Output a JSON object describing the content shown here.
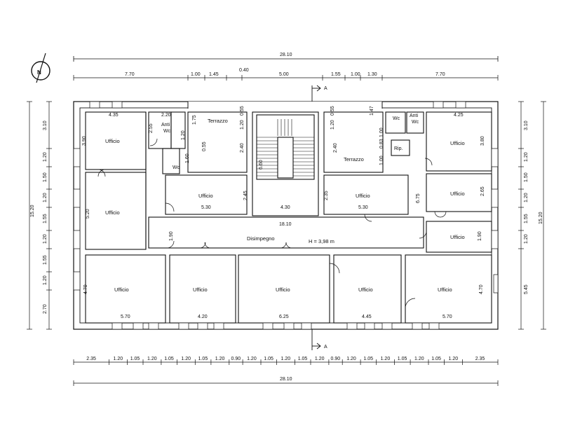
{
  "plan": {
    "north_label": "N",
    "section_label": "A",
    "height_label": "H = 3,98  m",
    "corridor_label": "Disimpegno",
    "rooms": {
      "office_nw": "Ufficio",
      "office_w": "Ufficio",
      "office_top_mid_left": "Ufficio",
      "office_top_mid_right": "Ufficio",
      "office_ne": "Ufficio",
      "office_e1": "Ufficio",
      "office_e2": "Ufficio",
      "office_s1": "Ufficio",
      "office_s2": "Ufficio",
      "office_s3": "Ufficio",
      "office_s4": "Ufficio",
      "office_s5": "Ufficio",
      "terrace_left": "Terrazzo",
      "terrace_right": "Terrazzo",
      "anti_left": "Anti",
      "wc_left_a": "Wc",
      "wc_left_b": "Wc",
      "wc_right_a": "Wc",
      "anti_right": "Anti",
      "wc_right_b": "Wc",
      "storage": "Rip."
    },
    "dims_top_total": "28.10",
    "dims_bottom_total": "28.10",
    "dims_top": [
      "7.70",
      "1.00",
      "1.45",
      "0.40",
      "5.00",
      "1.55",
      "1.00",
      "1.30",
      "7.70"
    ],
    "dims_bottom": [
      "2.35",
      "1.20",
      "1.05",
      "1.20",
      "1.05",
      "1.20",
      "1.05",
      "1.20",
      "0.90",
      "1.20",
      "1.05",
      "1.20",
      "1.05",
      "1.20",
      "0.90",
      "1.20",
      "1.05",
      "1.20",
      "1.05",
      "1.20",
      "1.05",
      "1.20",
      "2.35"
    ],
    "dims_left_total": "15.20",
    "dims_right_total": "15.20",
    "dims_left": [
      "3.10",
      "1.20",
      "1.50",
      "1.20",
      "1.55",
      "1.20",
      "1.55",
      "1.20",
      "2.70"
    ],
    "dims_right": [
      "3.10",
      "1.20",
      "1.50",
      "1.20",
      "1.55",
      "1.20",
      "5.45"
    ],
    "inner_dims": {
      "d_435": "4.35",
      "d_220": "2.20",
      "d_175": "1.75",
      "d_055a": "0.55",
      "d_120a": "1.20",
      "d_055b": "0.55",
      "d_120b": "1.20",
      "d_147": "1.47",
      "d_425": "4.25",
      "d_390": "3.90",
      "d_255": "2.55",
      "d_120c": "1.20",
      "d_160": "1.60",
      "d_055c": "0.55",
      "d_240a": "2.40",
      "d_660": "6.60",
      "d_240b": "2.40",
      "d_100a": "1.00",
      "d_083": "0.83",
      "d_100b": "1.00",
      "d_380": "3.80",
      "d_520": "5.20",
      "d_245": "2.45",
      "d_530a": "5.30",
      "d_430": "4.30",
      "d_235": "2.35",
      "d_530b": "5.30",
      "d_675": "6.75",
      "d_265": "2.65",
      "d_190a": "1.90",
      "d_1810": "18.10",
      "d_190b": "1.90",
      "d_470a": "4.70",
      "d_570a": "5.70",
      "d_420": "4.20",
      "d_625": "6.25",
      "d_445": "4.45",
      "d_570b": "5.70",
      "d_470b": "4.70"
    }
  }
}
